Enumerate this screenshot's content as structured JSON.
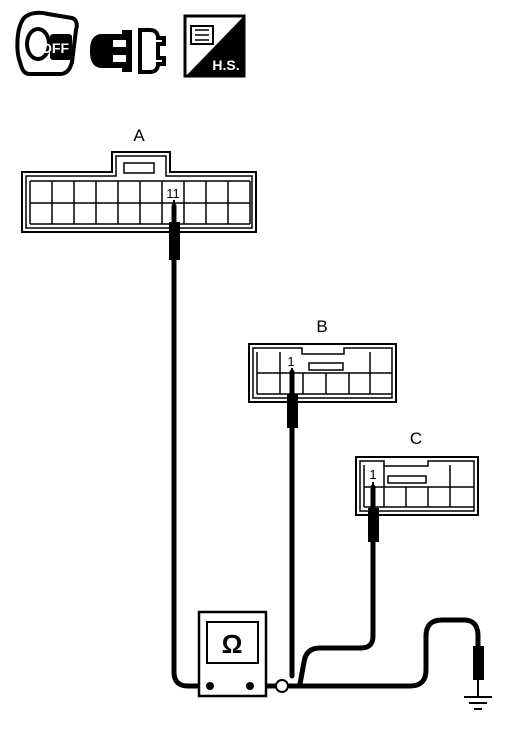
{
  "icons": {
    "ignition": {
      "text": "OFF",
      "name": "ignition-key-off-icon"
    },
    "connector_disconnect": {
      "name": "connector-disconnect-icon"
    },
    "harness_side": {
      "text": "H.S.",
      "name": "harness-side-icon"
    }
  },
  "connectors": {
    "a": {
      "label": "A",
      "pin": "11"
    },
    "b": {
      "label": "B",
      "pin": "1"
    },
    "c": {
      "label": "C",
      "pin": "1"
    }
  },
  "meter": {
    "symbol": "Ω"
  }
}
